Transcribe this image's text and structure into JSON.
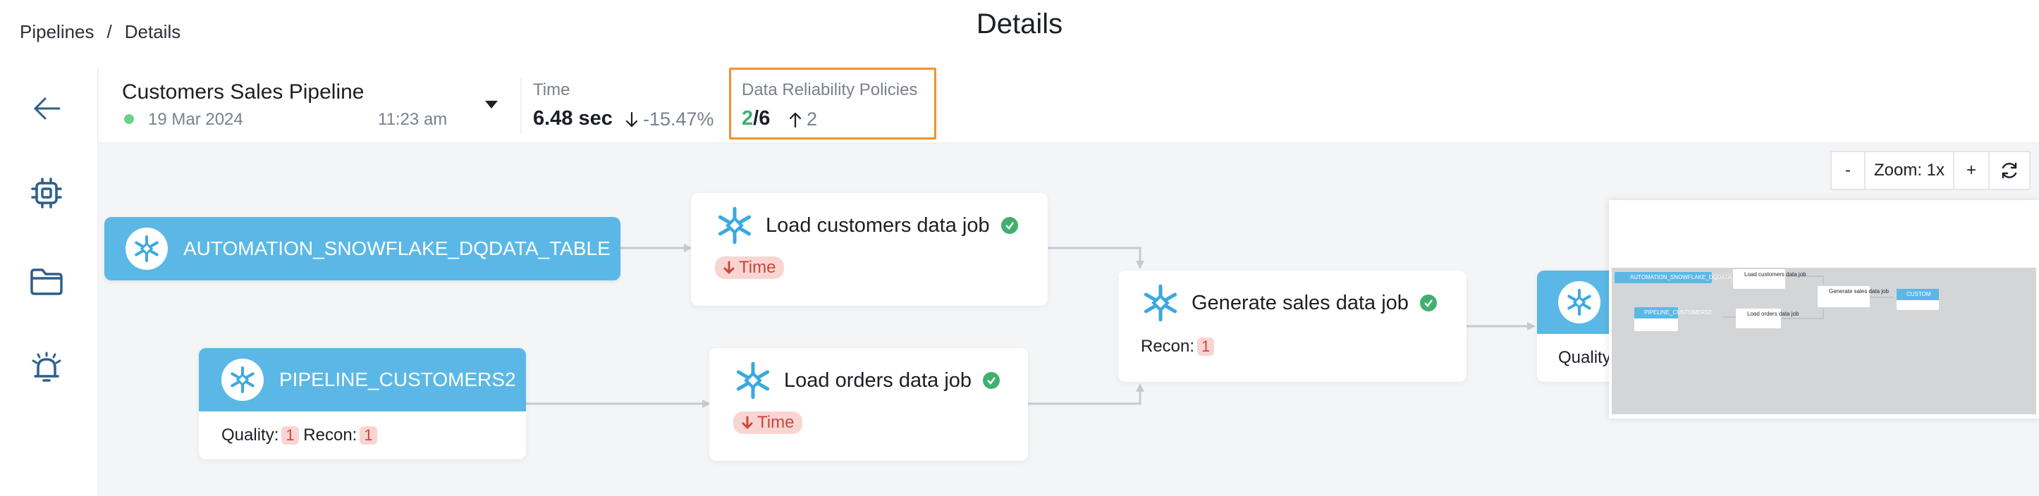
{
  "breadcrumb": {
    "root": "Pipelines",
    "sep": "/",
    "current": "Details"
  },
  "page": {
    "title": "Details"
  },
  "pipeline": {
    "name": "Customers Sales Pipeline",
    "date": "19 Mar 2024",
    "time": "11:23 am",
    "status_color": "#6fd18a"
  },
  "metrics": {
    "time": {
      "label": "Time",
      "value": "6.48 sec",
      "delta": "-15.47%"
    },
    "drp": {
      "label": "Data Reliability Policies",
      "passed": "2",
      "total": "/6",
      "delta": "2"
    }
  },
  "zoom": {
    "minus": "-",
    "label": "Zoom: 1x",
    "plus": "+"
  },
  "nodes": {
    "src1": {
      "title": "AUTOMATION_SNOWFLAKE_DQDATA_TABLE"
    },
    "src2": {
      "title": "PIPELINE_CUSTOMERS2",
      "quality_label": "Quality:",
      "quality_count": "1",
      "recon_label": "Recon:",
      "recon_count": "1"
    },
    "job1": {
      "title": "Load customers data job",
      "badge": "Time"
    },
    "job2": {
      "title": "Load orders data job",
      "badge": "Time"
    },
    "job3": {
      "title": "Generate sales data job",
      "recon_label": "Recon:",
      "recon_count": "1"
    },
    "partial": {
      "label": "Quality"
    }
  },
  "minimap": {
    "src1": "AUTOMATION_SNOWFLAKE_DQDATA_TABLE",
    "src2": "PIPELINE_CUSTOMERS2",
    "job1": "Load customers data job",
    "job2": "Load orders data job",
    "job3": "Generate sales data job",
    "partial": "CUSTOM"
  },
  "colors": {
    "accent": "#5bb8e6",
    "success": "#41b06e",
    "warning_border": "#f0922e",
    "error": "#c9473b"
  }
}
